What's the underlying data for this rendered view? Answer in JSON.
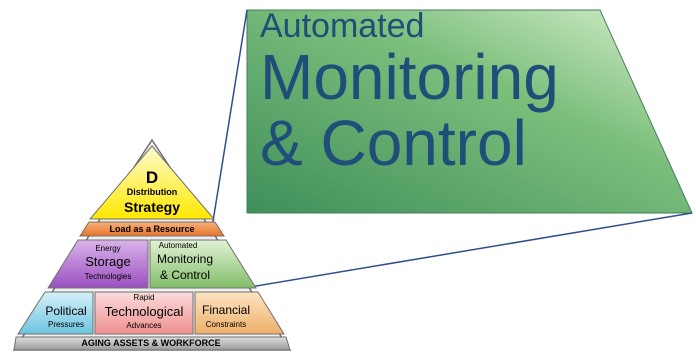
{
  "callout": {
    "line1": "Automated",
    "line2": "Monitoring",
    "line3": "& Control"
  },
  "pyramid": {
    "top": {
      "letter": "D",
      "small": "Distribution",
      "main": "Strategy"
    },
    "band_load": "Load as a Resource",
    "storage": {
      "small_top": "Energy",
      "main": "Storage",
      "small_bottom": "Technologies"
    },
    "monitoring": {
      "small_top": "Automated",
      "main1": "Monitoring",
      "main2": "& Control"
    },
    "political": {
      "main": "Political",
      "small": "Pressures"
    },
    "technological": {
      "small_top": "Rapid",
      "main": "Technological",
      "small_bottom": "Advances"
    },
    "financial": {
      "main": "Financial",
      "small": "Constraints"
    },
    "base": "AGING ASSETS & WORKFORCE"
  },
  "colors": {
    "top": "#fff200",
    "load_band": "#f08a3c",
    "storage": "#b56fd1",
    "monitoring": "#9ccc80",
    "political": "#8fd3e8",
    "technological": "#f4a6a6",
    "financial": "#f3c58c",
    "base": "#bfbfbf",
    "callout_fill": "#7fbf7f",
    "callout_text": "#1f4e79",
    "connector": "#2f4f8f"
  }
}
